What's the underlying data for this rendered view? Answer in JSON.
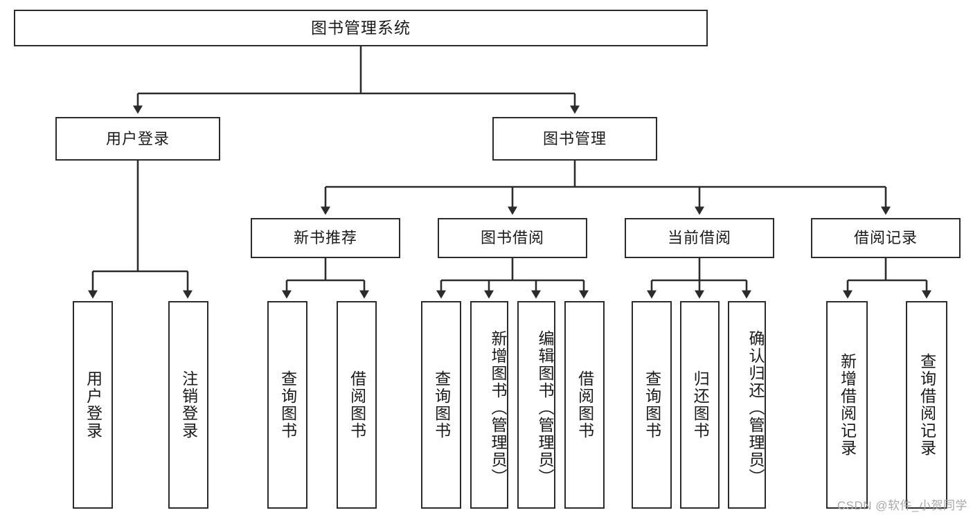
{
  "diagram": {
    "type": "tree",
    "title": "图书管理系统",
    "watermark": "CSDN @软件_小贺同学",
    "colors": {
      "box_border": "#2b2b2b",
      "box_fill": "#ffffff",
      "connector": "#2b2b2b",
      "text": "#1a1a1a",
      "watermark": "#a8a8a8"
    },
    "levels": {
      "root": "图书管理系统",
      "level2": [
        "用户登录",
        "图书管理"
      ],
      "level3": [
        "新书推荐",
        "图书借阅",
        "当前借阅",
        "借阅记录"
      ]
    },
    "nodes": {
      "root": {
        "label": "图书管理系统"
      },
      "user_login": {
        "label": "用户登录"
      },
      "book_manage": {
        "label": "图书管理"
      },
      "new_book": {
        "label": "新书推荐"
      },
      "book_borrow": {
        "label": "图书借阅"
      },
      "current_borrow": {
        "label": "当前借阅"
      },
      "borrow_record": {
        "label": "借阅记录"
      },
      "leaf_user_login": {
        "label": "用户登录"
      },
      "leaf_logout": {
        "label": "注销登录"
      },
      "leaf_query_book_1": {
        "label": "查询图书"
      },
      "leaf_borrow_book_1": {
        "label": "借阅图书"
      },
      "leaf_query_book_2": {
        "label": "查询图书"
      },
      "leaf_add_book": {
        "label": "新增图书（管理员）"
      },
      "leaf_edit_book": {
        "label": "编辑图书（管理员）"
      },
      "leaf_borrow_book_2": {
        "label": "借阅图书"
      },
      "leaf_query_book_3": {
        "label": "查询图书"
      },
      "leaf_return_book": {
        "label": "归还图书"
      },
      "leaf_confirm_return": {
        "label": "确认归还（管理员）"
      },
      "leaf_add_record": {
        "label": "新增借阅记录"
      },
      "leaf_query_record": {
        "label": "查询借阅记录"
      }
    },
    "edges": [
      {
        "from": "图书管理系统",
        "to": "用户登录"
      },
      {
        "from": "图书管理系统",
        "to": "图书管理"
      },
      {
        "from": "图书管理",
        "to": "新书推荐"
      },
      {
        "from": "图书管理",
        "to": "图书借阅"
      },
      {
        "from": "图书管理",
        "to": "当前借阅"
      },
      {
        "from": "图书管理",
        "to": "借阅记录"
      },
      {
        "from": "用户登录",
        "to": "用户登录"
      },
      {
        "from": "用户登录",
        "to": "注销登录"
      },
      {
        "from": "新书推荐",
        "to": "查询图书"
      },
      {
        "from": "新书推荐",
        "to": "借阅图书"
      },
      {
        "from": "图书借阅",
        "to": "查询图书"
      },
      {
        "from": "图书借阅",
        "to": "新增图书（管理员）"
      },
      {
        "from": "图书借阅",
        "to": "编辑图书（管理员）"
      },
      {
        "from": "图书借阅",
        "to": "借阅图书"
      },
      {
        "from": "当前借阅",
        "to": "查询图书"
      },
      {
        "from": "当前借阅",
        "to": "归还图书"
      },
      {
        "from": "当前借阅",
        "to": "确认归还（管理员）"
      },
      {
        "from": "借阅记录",
        "to": "新增借阅记录"
      },
      {
        "from": "借阅记录",
        "to": "查询借阅记录"
      }
    ]
  }
}
